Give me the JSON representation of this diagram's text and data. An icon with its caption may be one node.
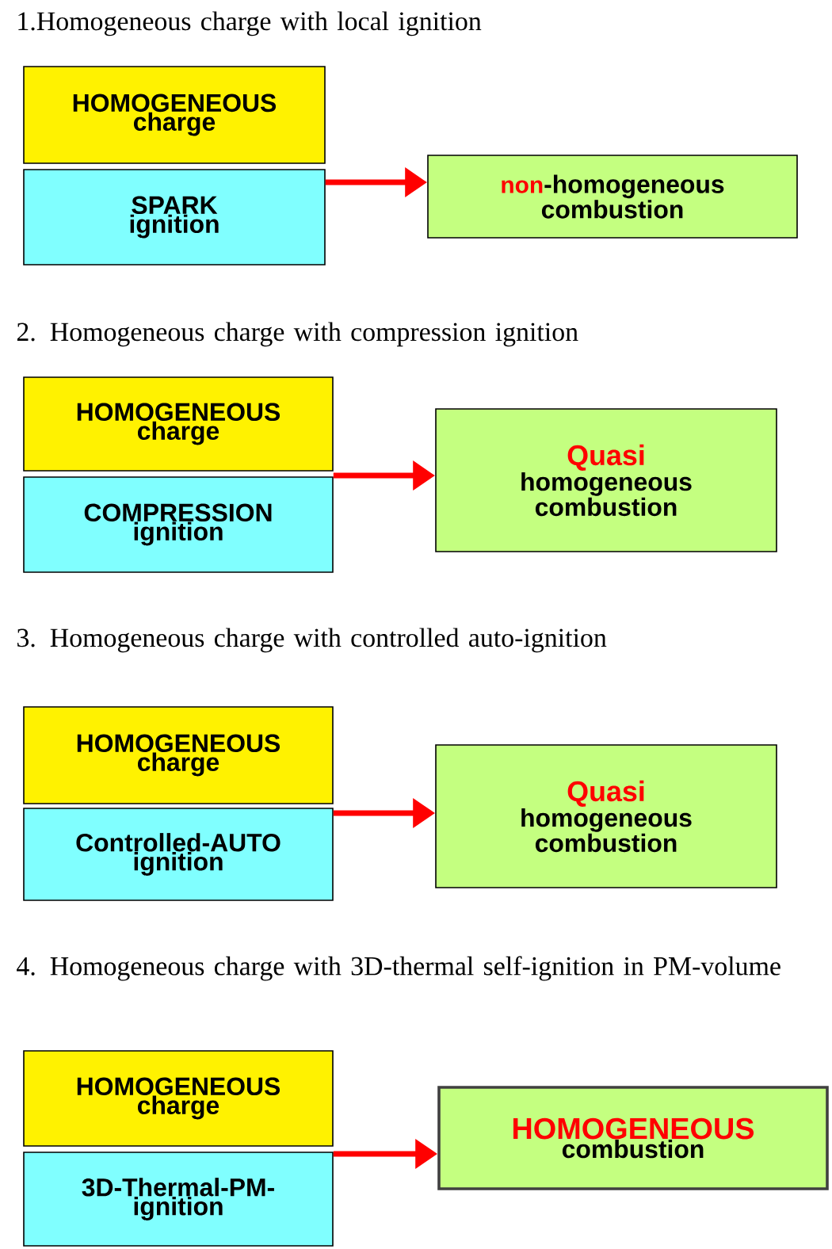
{
  "diagram": {
    "nodes": [
      {
        "text": [
          "HOMOGENEOUS",
          "charge"
        ]
      },
      {
        "text": [
          "SPARK",
          "ignition"
        ]
      },
      {
        "text": [
          "non",
          "-homogeneous",
          "combustion"
        ]
      },
      {
        "text": [
          "HOMOGENEOUS",
          "charge"
        ]
      },
      {
        "text": [
          "COMPRESSION",
          "ignition"
        ]
      },
      {
        "text": [
          "Quasi",
          "homogeneous",
          "combustion"
        ]
      },
      {
        "text": [
          "HOMOGENEOUS",
          "charge"
        ]
      },
      {
        "text": [
          "Controlled-AUTO",
          "ignition"
        ]
      },
      {
        "text": [
          "Quasi",
          "homogeneous",
          "combustion"
        ]
      },
      {
        "text": [
          "HOMOGENEOUS",
          "charge"
        ]
      },
      {
        "text": [
          "3D-Thermal-PM-",
          "ignition"
        ]
      },
      {
        "text": [
          "HOMOGENEOUS",
          "combustion"
        ]
      }
    ],
    "edges": [
      {
        "from": 1,
        "to": 2,
        "arrow": "to"
      },
      {
        "from": 4,
        "to": 5,
        "arrow": "to"
      },
      {
        "from": 7,
        "to": 8,
        "arrow": "to"
      },
      {
        "from": 10,
        "to": 11,
        "arrow": "to"
      }
    ],
    "labels": [
      "1.Homogeneous charge with local ignition",
      "2. Homogeneous charge with compression ignition",
      "3. Homogeneous charge with controlled auto-ignition",
      "4. Homogeneous charge with 3D-thermal self-ignition in PM-volume"
    ]
  }
}
